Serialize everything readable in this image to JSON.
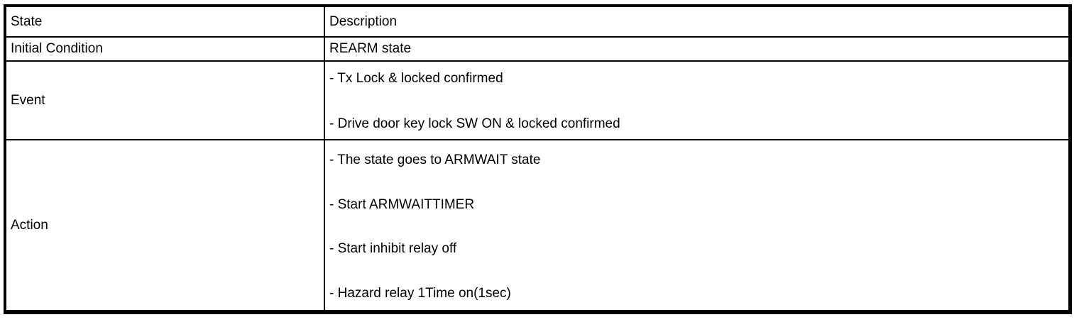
{
  "table": {
    "columns": [
      "State",
      "Description"
    ],
    "rows": [
      {
        "state": "Initial Condition",
        "description": [
          "REARM state"
        ]
      },
      {
        "state": "Event",
        "description": [
          "- Tx Lock & locked confirmed",
          "- Drive door key lock SW ON & locked confirmed"
        ]
      },
      {
        "state": "Action",
        "description": [
          "- The state goes to ARMWAIT state",
          "- Start ARMWAITTIMER",
          "- Start inhibit relay off",
          "- Hazard relay 1Time on(1sec)"
        ]
      }
    ],
    "colors": {
      "border": "#000000",
      "background": "#ffffff",
      "text": "#000000"
    }
  }
}
